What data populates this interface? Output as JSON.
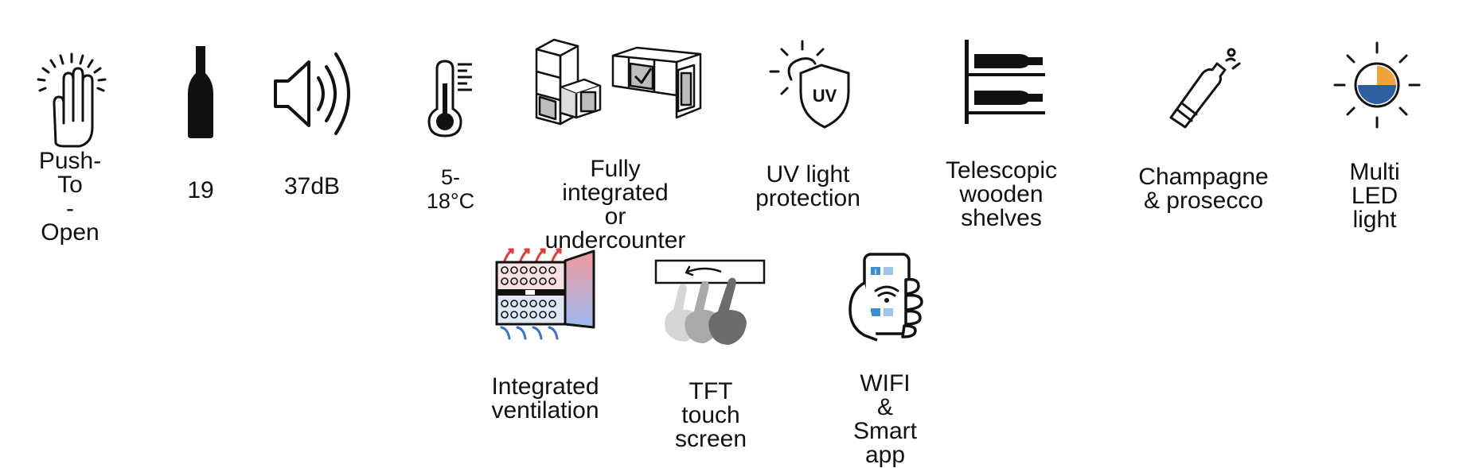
{
  "colors": {
    "icon_stroke": "#111111",
    "heat_red": "#e53935",
    "cool_blue": "#3a6fd8",
    "door_gradient_top": "#f29a9a",
    "door_gradient_bottom": "#9ab8f2",
    "led_orange": "#f0a23b",
    "led_blue": "#2f5f9e",
    "phone_tile_blue": "#3b8ed0",
    "hand_gray_dark": "#6b6b6b",
    "hand_gray_light": "#c8c8c8"
  },
  "features": [
    {
      "id": "push-to-open",
      "icon": "hand-press-icon",
      "label": "Push-To\n-Open"
    },
    {
      "id": "bottle-capacity",
      "icon": "wine-bottle-icon",
      "label": "19"
    },
    {
      "id": "noise-level",
      "icon": "speaker-icon",
      "label": "37dB"
    },
    {
      "id": "temperature-range",
      "icon": "thermometer-icon",
      "label": "5-18°C"
    },
    {
      "id": "installation",
      "icon": "cabinet-installation-icon",
      "label": "Fully integrated\nor undercounter"
    },
    {
      "id": "uv-protection",
      "icon": "uv-shield-icon",
      "label": "UV light\nprotection"
    },
    {
      "id": "shelves",
      "icon": "telescopic-shelves-icon",
      "label": "Telescopic\nwooden shelves"
    },
    {
      "id": "champagne",
      "icon": "champagne-bottle-icon",
      "label": "Champagne\n& prosecco"
    },
    {
      "id": "led-light",
      "icon": "multi-led-light-icon",
      "label": "Multi LED\nlight"
    },
    {
      "id": "ventilation",
      "icon": "integrated-ventilation-icon",
      "label": "Integrated\nventilation"
    },
    {
      "id": "touch-screen",
      "icon": "tft-touch-screen-icon",
      "label": "TFT touch\nscreen"
    },
    {
      "id": "wifi-app",
      "icon": "wifi-smartphone-icon",
      "label": "WIFI &\nSmart app"
    }
  ]
}
